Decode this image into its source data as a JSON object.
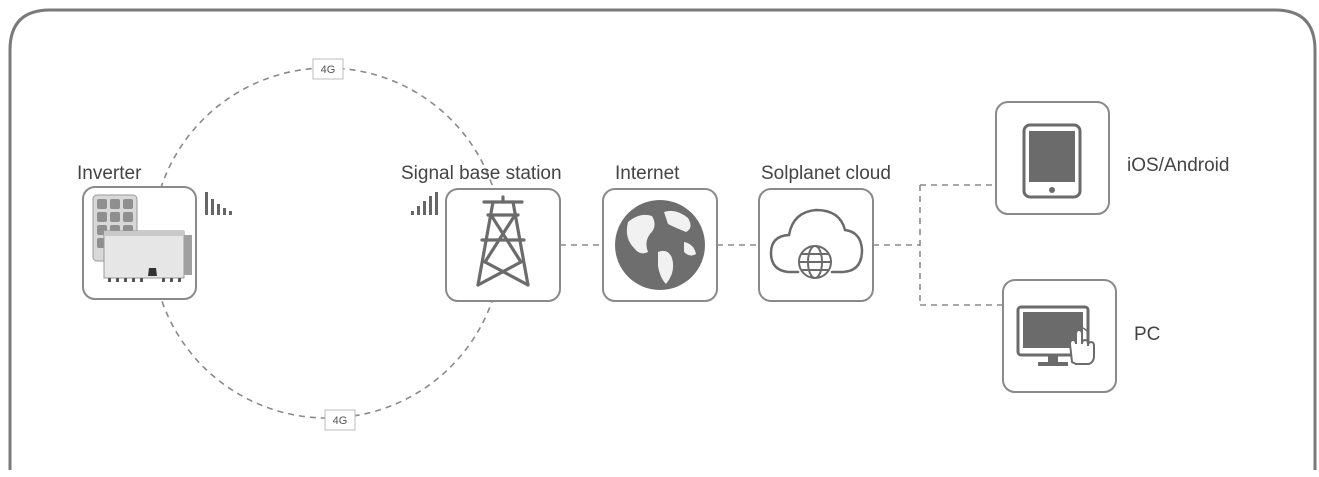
{
  "nodes": {
    "inverter": "Inverter",
    "signal_base_station": "Signal base station",
    "internet": "Internet",
    "solplanet_cloud": "Solplanet cloud",
    "ios_android": "iOS/Android",
    "pc": "PC"
  },
  "links": {
    "top_4g": "4G",
    "bottom_4g": "4G"
  },
  "colors": {
    "line": "#8a8a8a",
    "icon": "#6b6b6b",
    "text": "#444444"
  }
}
